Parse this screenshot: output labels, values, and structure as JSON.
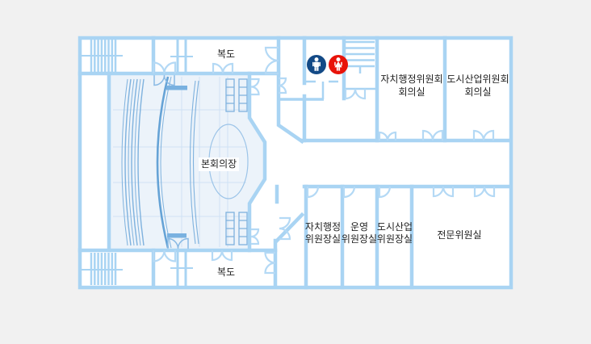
{
  "palette": {
    "background": "#f1f1f1",
    "interior": "#ffffff",
    "wall": "#a9d4f3",
    "door": "#b4d9f5",
    "hall_fill": "#ecf3fa",
    "hall_line": "#7fb2de",
    "hall_bold_line": "#66a3d6",
    "grid_line": "#cfe2f4",
    "text": "#222222",
    "men_icon_bg": "#134a86",
    "women_icon_bg": "#e8130a",
    "icon_glyph": "#ffffff"
  },
  "floorplan": {
    "corridor_top_label": "복도",
    "corridor_bottom_label": "복도",
    "main_hall_label": "본회의장",
    "restrooms": {
      "men_icon": "man-symbol",
      "women_icon": "woman-symbol"
    },
    "rooms": [
      {
        "id": "committee-admin-meeting",
        "line1": "자치행정위원회",
        "line2": "회의실"
      },
      {
        "id": "committee-urban-meeting",
        "line1": "도시산업위원회",
        "line2": "회의실"
      },
      {
        "id": "chair-admin",
        "line1": "자치행정",
        "line2": "위원장실"
      },
      {
        "id": "chair-steering",
        "line1": "운영",
        "line2": "위원장실"
      },
      {
        "id": "chair-urban",
        "line1": "도시산업",
        "line2": "위원장실"
      },
      {
        "id": "expert-room",
        "label": "전문위원실"
      }
    ]
  }
}
